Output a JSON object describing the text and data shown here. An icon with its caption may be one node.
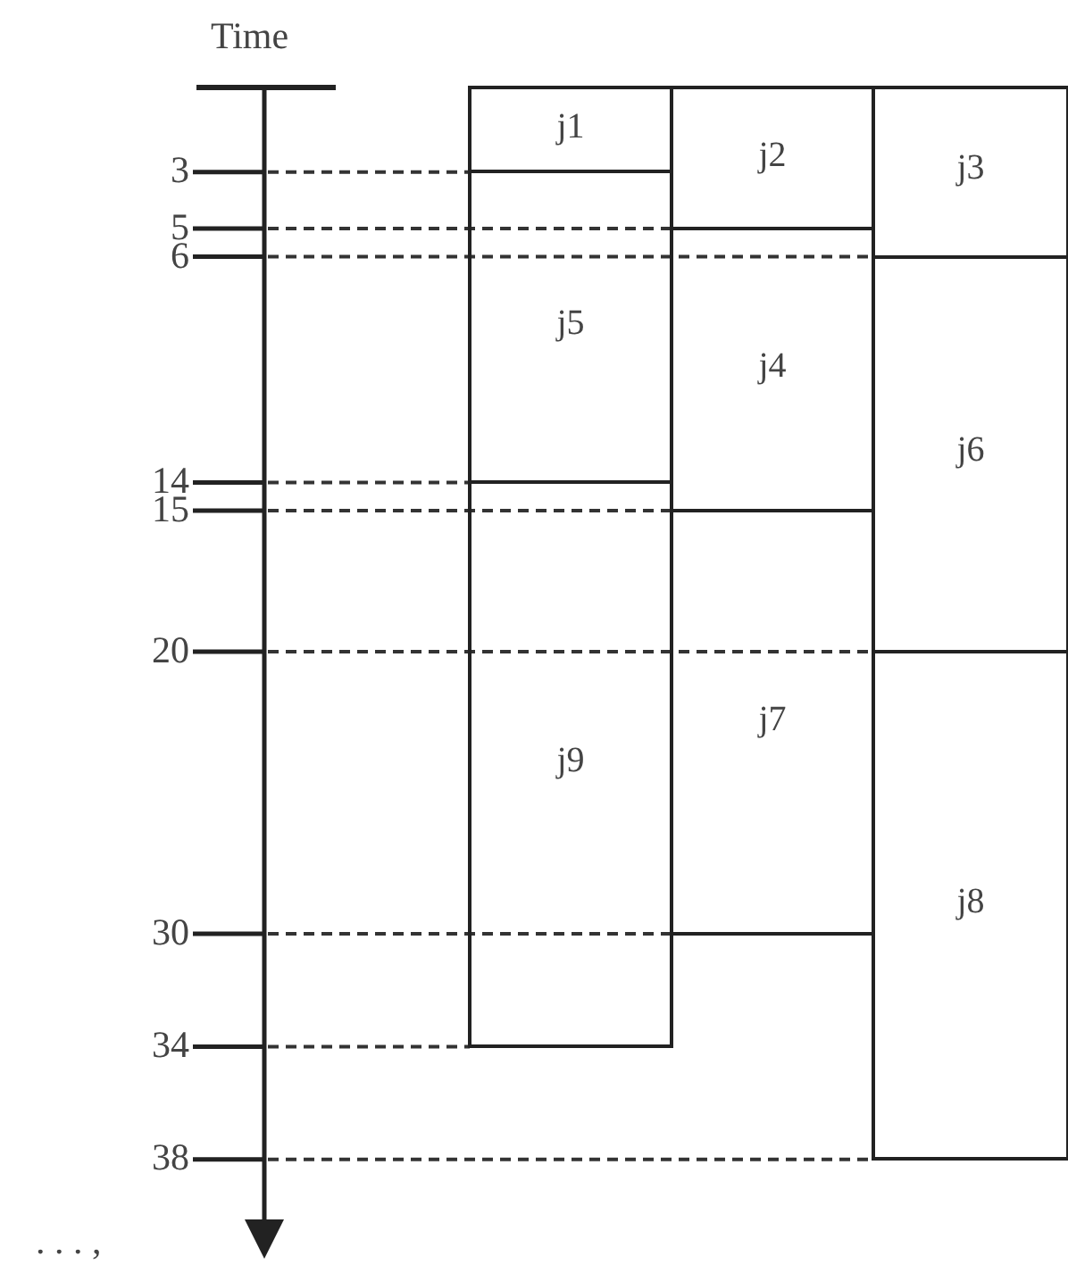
{
  "diagram": {
    "nodes": [
      {
        "text": [
          "j1"
        ]
      },
      {
        "text": [
          "j2"
        ]
      },
      {
        "text": [
          "j3"
        ]
      },
      {
        "text": [
          "j5"
        ]
      },
      {
        "text": [
          "j4"
        ]
      },
      {
        "text": [
          "j6"
        ]
      },
      {
        "text": [
          "j9"
        ]
      },
      {
        "text": [
          "j7"
        ]
      },
      {
        "text": [
          "j8"
        ]
      }
    ],
    "edges": [],
    "labels": [
      "Time",
      "3",
      "5",
      "6",
      "14",
      "15",
      "20",
      "30",
      "34",
      "38",
      ". . . ,"
    ]
  }
}
